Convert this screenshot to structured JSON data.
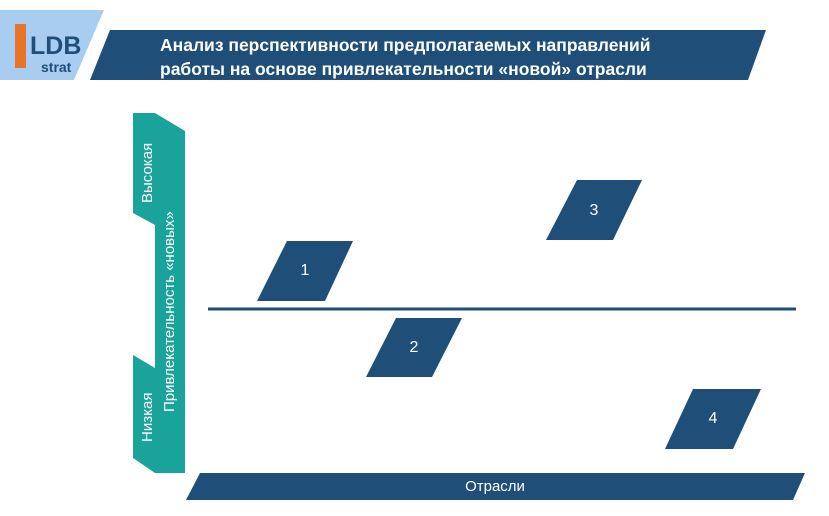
{
  "logo": {
    "line1": "LDB",
    "line2": "strat"
  },
  "title": {
    "line1": "Анализ перспективности предполагаемых направлений",
    "line2": "работы на основе привлекательности «новой» отрасли"
  },
  "y_axis": {
    "high": "Высокая",
    "low": "Низкая",
    "label": "Привлекательность «новых»"
  },
  "x_axis": {
    "label": "Отрасли"
  },
  "items": [
    {
      "label": "1"
    },
    {
      "label": "2"
    },
    {
      "label": "3"
    },
    {
      "label": "4"
    }
  ],
  "colors": {
    "navy": "#1f4e79",
    "teal": "#1aa39a",
    "logo_bg": "#a9cdf0",
    "logo_accent": "#e8732a"
  }
}
